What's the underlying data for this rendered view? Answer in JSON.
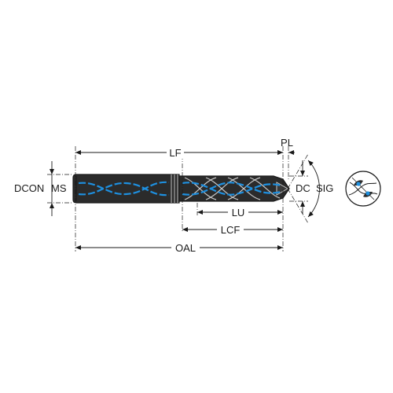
{
  "labels": {
    "lf": "LF",
    "pl": "PL",
    "dcon": "DCON",
    "ms": "MS",
    "dc": "DC",
    "sig": "SIG",
    "lu": "LU",
    "lcf": "LCF",
    "oal": "OAL"
  },
  "colors": {
    "tool_body": "#2b2b2b",
    "coolant_channel": "#1e90e0",
    "line": "#1a1a1a"
  }
}
